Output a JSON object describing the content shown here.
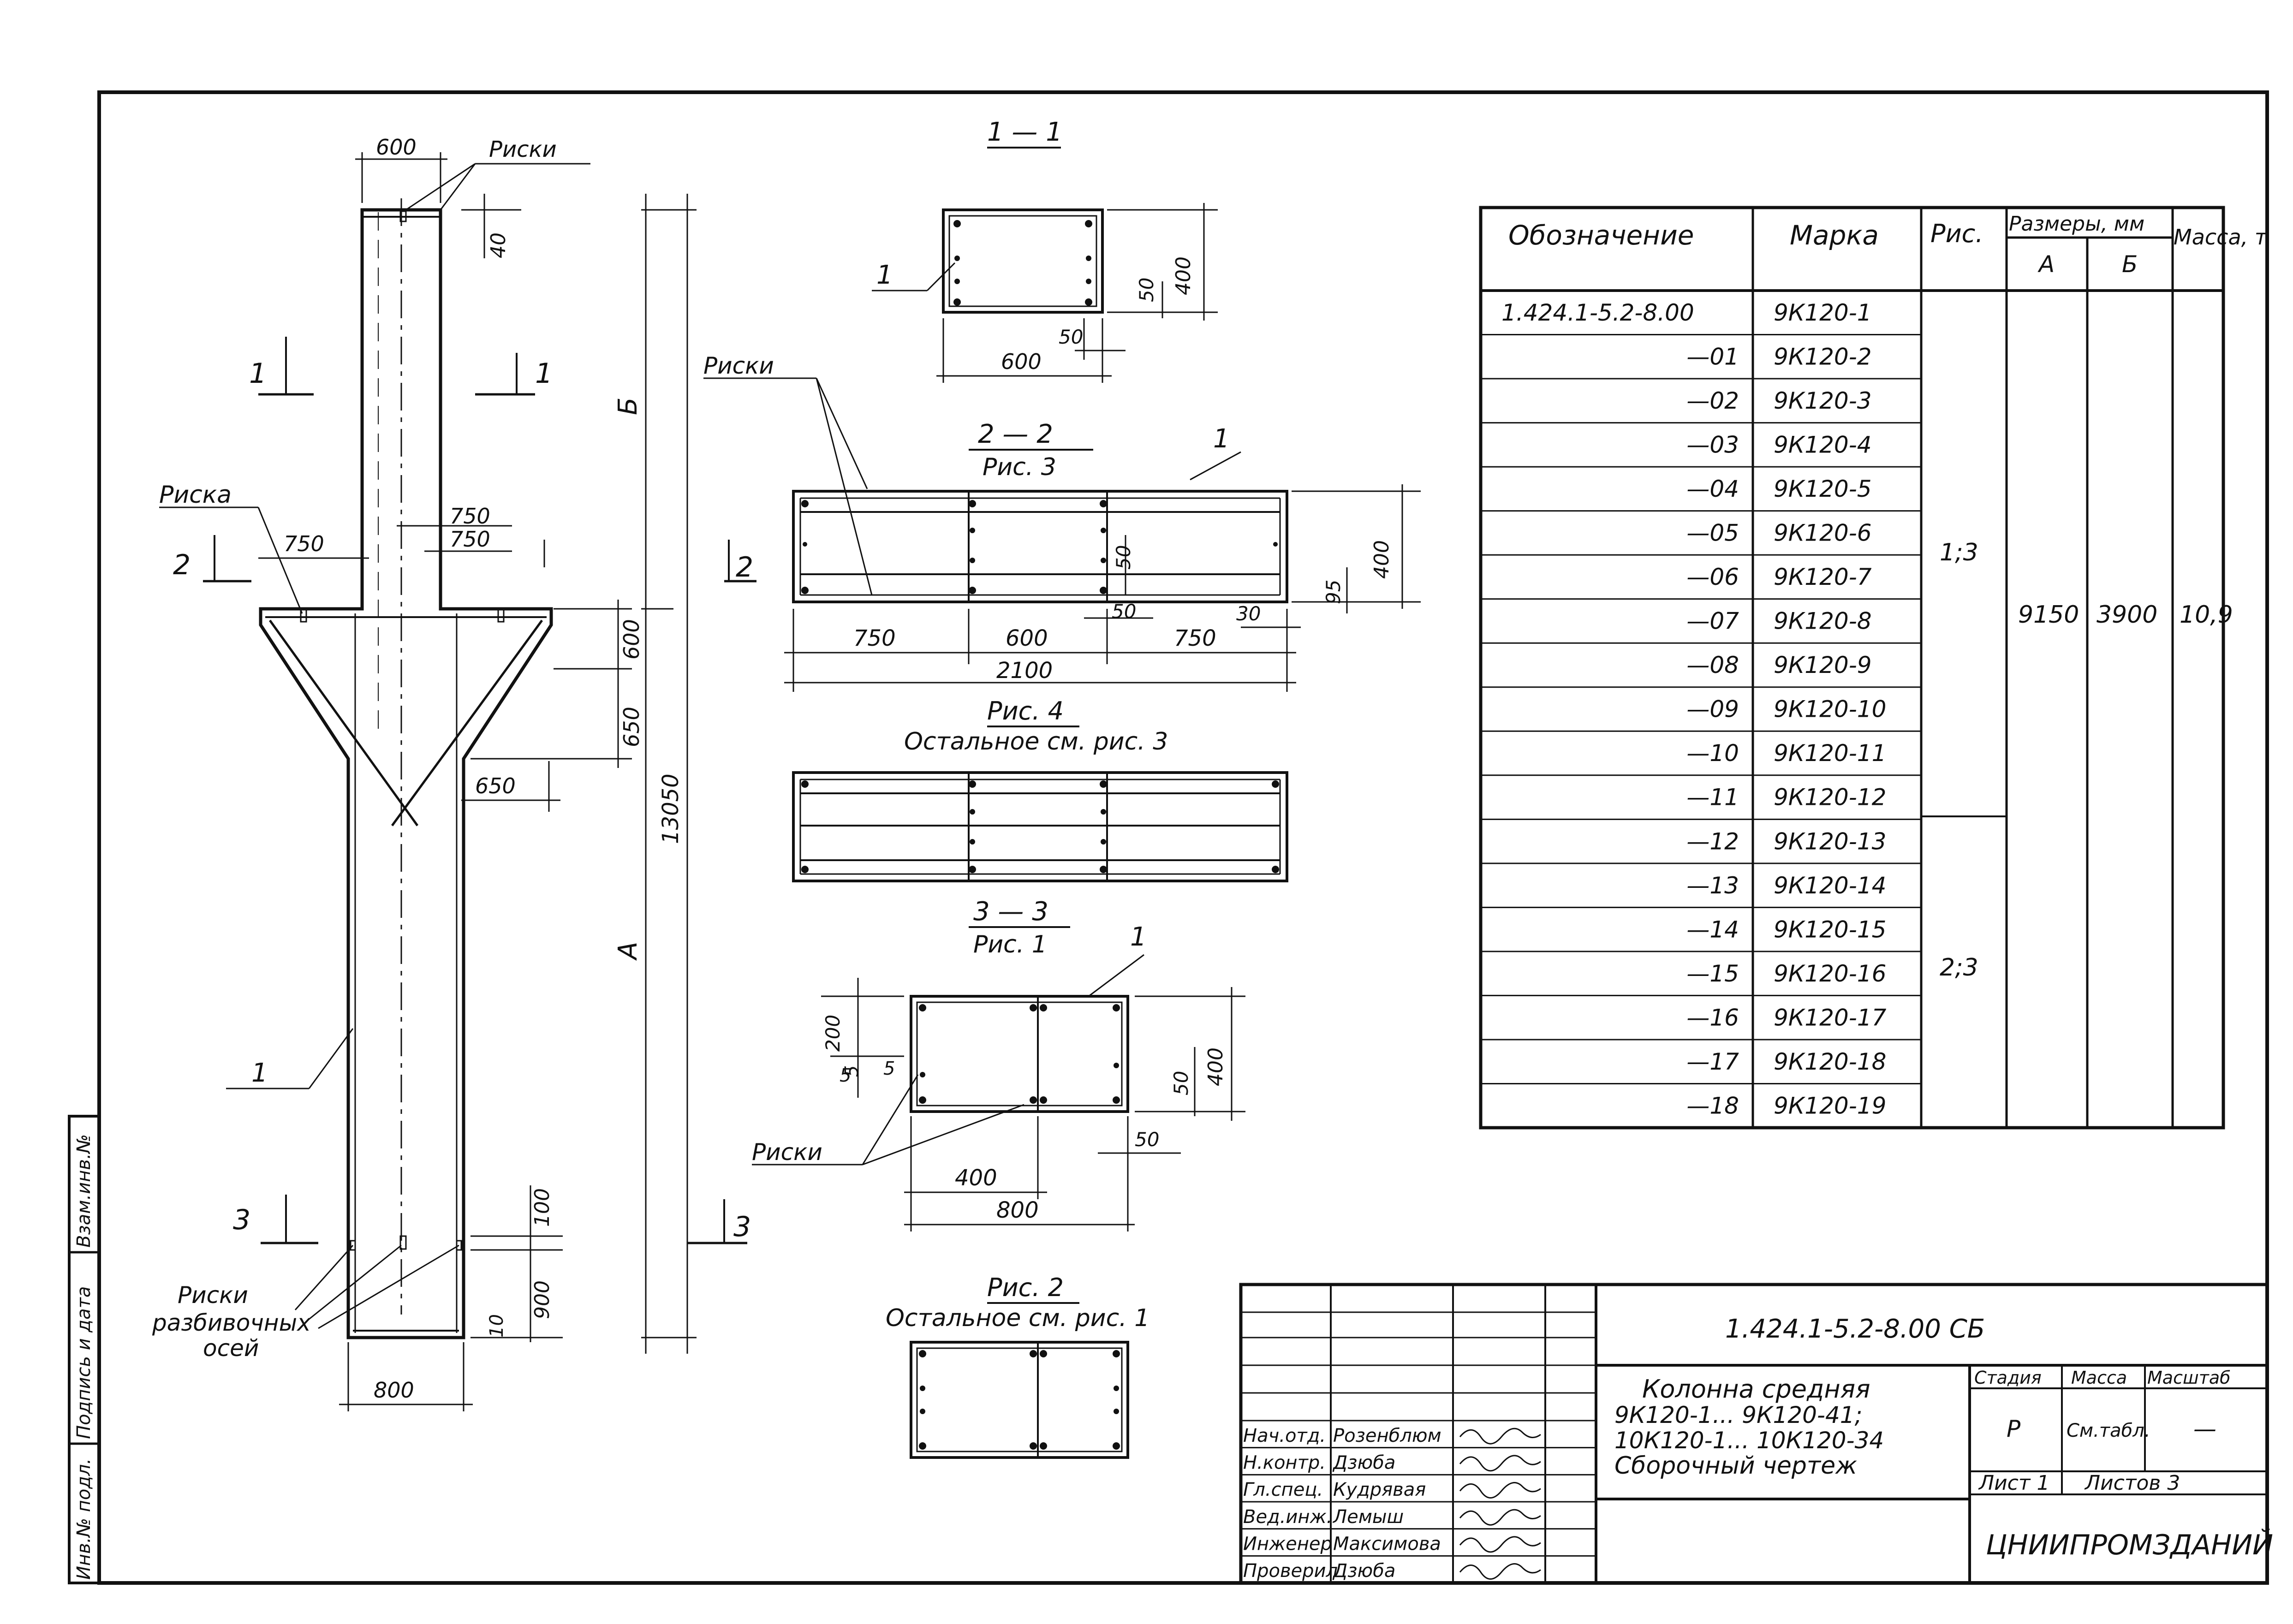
{
  "elevation": {
    "dim_top_width": "600",
    "label_riski_top": "Риски",
    "dim_40": "40",
    "section_1_left": "1",
    "section_1_right": "1",
    "label_riska": "Риска",
    "section_2_left": "2",
    "section_2_right": "2",
    "dim_750_left": "750",
    "dim_750_a": "750",
    "dim_750_b": "750",
    "dim_600_v": "600",
    "dim_650_v": "650",
    "dim_650_h": "650",
    "dim_B": "Б",
    "dim_A": "А",
    "dim_total": "13050",
    "leader_1": "1",
    "section_3_left": "3",
    "section_3_right": "3",
    "dim_100": "100",
    "dim_900": "900",
    "dim_10": "10",
    "dim_bottom_width": "800",
    "label_riski_axes": [
      "Риски",
      "разбивочных",
      "осей"
    ]
  },
  "section_1_1": {
    "title": "1 — 1",
    "leader": "1",
    "dim_50_v": "50",
    "dim_400": "400",
    "dim_50_h": "50",
    "dim_600": "600"
  },
  "section_2_2": {
    "title": "2 — 2",
    "subtitle": "Рис. 3",
    "label_riski": "Риски",
    "leader": "1",
    "dim_50_v": "50",
    "dim_95": "95",
    "dim_400": "400",
    "dim_750_l": "750",
    "dim_600": "600",
    "dim_50_h": "50",
    "dim_30": "30",
    "dim_750_r": "750",
    "dim_2100": "2100"
  },
  "fig_4": {
    "title": "Рис. 4",
    "subtitle": "Остальное см. рис. 3"
  },
  "section_3_3": {
    "title": "3 — 3",
    "subtitle": "Рис. 1",
    "leader": "1",
    "dim_200": "200",
    "dim_5a": "5",
    "dim_5b": "5",
    "dim_5c": "5",
    "dim_50_v": "50",
    "dim_400_v": "400",
    "dim_50_h": "50",
    "label_riski": "Риски",
    "dim_400_h": "400",
    "dim_800": "800"
  },
  "fig_2": {
    "title": "Рис. 2",
    "subtitle": "Остальное см. рис. 1"
  },
  "spec_table": {
    "headers": {
      "designation": "Обозначение",
      "mark": "Марка",
      "fig": "Рис.",
      "sizes": "Размеры, мм",
      "size_a": "А",
      "size_b": "Б",
      "mass": "Масса, т"
    },
    "rows": [
      {
        "designation": "1.424.1-5.2-8.00",
        "mark": "9К120-1"
      },
      {
        "designation": "—01",
        "mark": "9К120-2"
      },
      {
        "designation": "—02",
        "mark": "9К120-3"
      },
      {
        "designation": "—03",
        "mark": "9К120-4"
      },
      {
        "designation": "—04",
        "mark": "9К120-5"
      },
      {
        "designation": "—05",
        "mark": "9К120-6"
      },
      {
        "designation": "—06",
        "mark": "9К120-7"
      },
      {
        "designation": "—07",
        "mark": "9К120-8"
      },
      {
        "designation": "—08",
        "mark": "9К120-9"
      },
      {
        "designation": "—09",
        "mark": "9К120-10"
      },
      {
        "designation": "—10",
        "mark": "9К120-11"
      },
      {
        "designation": "—11",
        "mark": "9К120-12"
      },
      {
        "designation": "—12",
        "mark": "9К120-13"
      },
      {
        "designation": "—13",
        "mark": "9К120-14"
      },
      {
        "designation": "—14",
        "mark": "9К120-15"
      },
      {
        "designation": "—15",
        "mark": "9К120-16"
      },
      {
        "designation": "—16",
        "mark": "9К120-17"
      },
      {
        "designation": "—17",
        "mark": "9К120-18"
      },
      {
        "designation": "—18",
        "mark": "9К120-19"
      }
    ],
    "fig_group_1": "1;3",
    "fig_group_2": "2;3",
    "value_a": "9150",
    "value_b": "3900",
    "value_mass": "10,9"
  },
  "title_block": {
    "code": "1.424.1-5.2-8.00 СБ",
    "name_lines": [
      "Колонна средняя",
      "9К120-1... 9К120-41;",
      "10К120-1... 10К120-34",
      "Сборочный чертеж"
    ],
    "stage_label": "Стадия",
    "mass_label": "Масса",
    "scale_label": "Масштаб",
    "stage_value": "Р",
    "mass_value": "См.табл.",
    "scale_value": "—",
    "sheet_label": "Лист 1",
    "sheets_label": "Листов 3",
    "org": "ЦНИИПРОМЗДАНИЙ",
    "signers": [
      {
        "role": "Нач.отд.",
        "name": "Розенблюм"
      },
      {
        "role": "Н.контр.",
        "name": "Дзюба"
      },
      {
        "role": "Гл.спец.",
        "name": "Кудрявая"
      },
      {
        "role": "Вед.инж.",
        "name": "Лемыш"
      },
      {
        "role": "Инженер",
        "name": "Максимова"
      },
      {
        "role": "Проверил",
        "name": "Дзюба"
      }
    ]
  },
  "side_stamp": {
    "inv_orig": "Инв.№ подл.",
    "sign_date": "Подпись и дата",
    "vzam": "Взам.инв.№"
  }
}
